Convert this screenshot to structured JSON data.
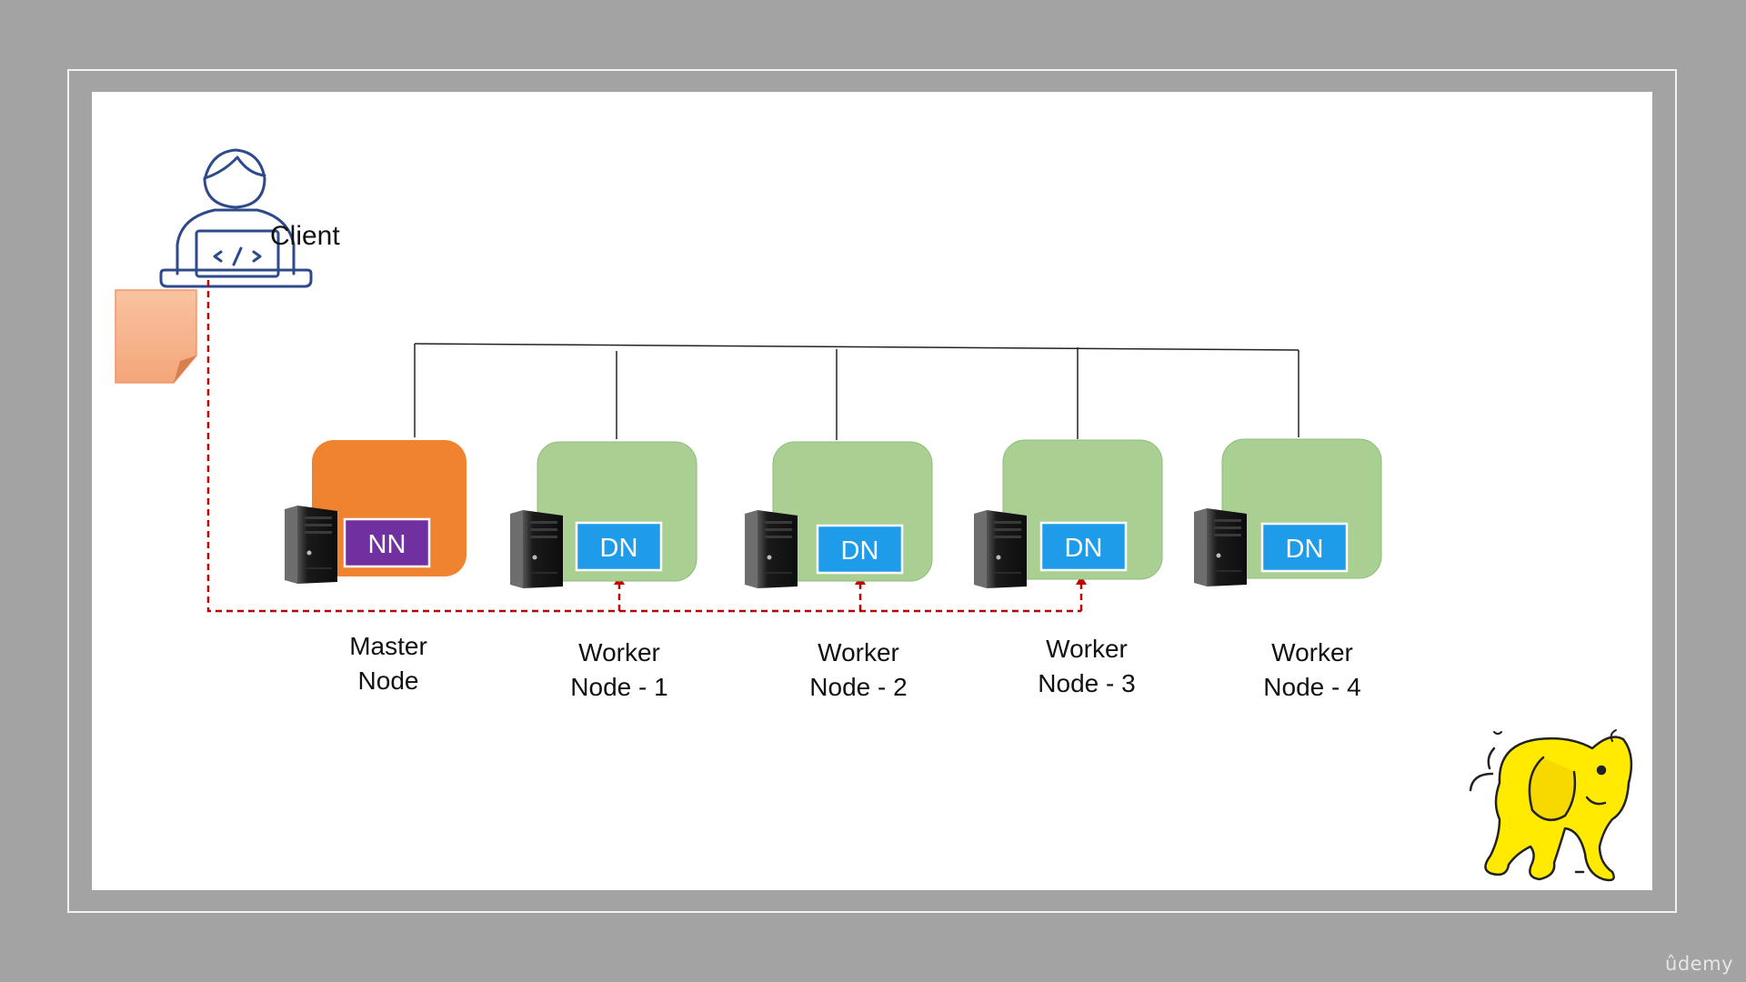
{
  "client": {
    "label": "Client"
  },
  "master": {
    "badge": "NN",
    "label_line1": "Master",
    "label_line2": "Node"
  },
  "workers": [
    {
      "badge": "DN",
      "label_line1": "Worker",
      "label_line2": "Node - 1"
    },
    {
      "badge": "DN",
      "label_line1": "Worker",
      "label_line2": "Node - 2"
    },
    {
      "badge": "DN",
      "label_line1": "Worker",
      "label_line2": "Node - 3"
    },
    {
      "badge": "DN",
      "label_line1": "Worker",
      "label_line2": "Node - 4"
    }
  ],
  "colors": {
    "master_box": "#f08330",
    "worker_box": "#aacf93",
    "nn_badge": "#7030a0",
    "dn_badge": "#1e9be9",
    "dashed_line": "#c00000",
    "client_icon": "#2e4a8c",
    "file": "#f7b48c"
  },
  "icons": {
    "client": "developer-with-laptop-icon",
    "server": "server-tower-icon",
    "file": "document-icon",
    "logo": "hadoop-elephant-logo"
  },
  "watermark": "ûdemy"
}
